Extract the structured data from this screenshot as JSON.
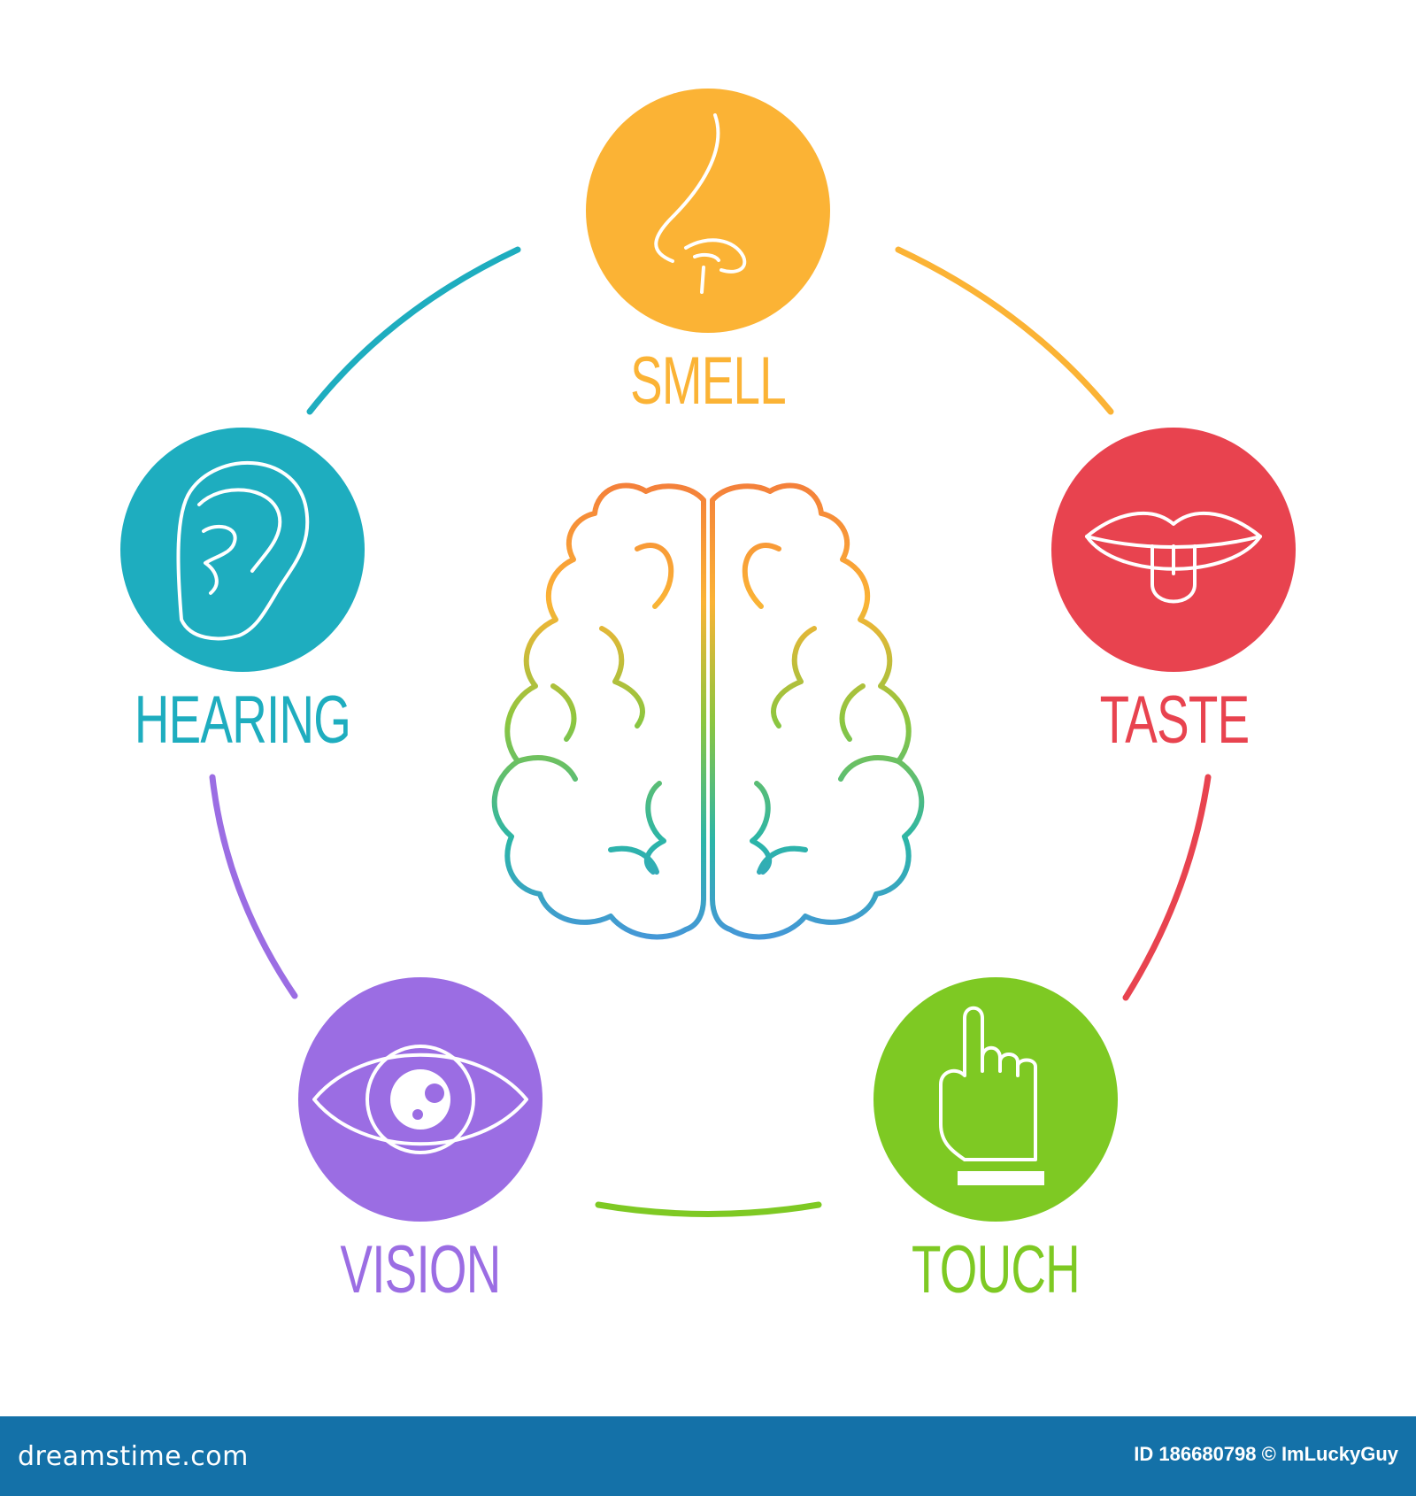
{
  "senses": [
    {
      "id": "smell",
      "label": "SMELL",
      "color": "#fbb335",
      "icon": "nose-icon"
    },
    {
      "id": "taste",
      "label": "TASTE",
      "color": "#e8434f",
      "icon": "mouth-tongue-icon"
    },
    {
      "id": "touch",
      "label": "TOUCH",
      "color": "#7ec923",
      "icon": "pointing-hand-icon"
    },
    {
      "id": "vision",
      "label": "VISION",
      "color": "#9b6de3",
      "icon": "eye-icon"
    },
    {
      "id": "hearing",
      "label": "HEARING",
      "color": "#1eadbf",
      "icon": "ear-icon"
    }
  ],
  "center": {
    "icon": "brain-icon"
  },
  "footer": {
    "logo": "dreamstime.com",
    "credit": "ID 186680798 © ImLuckyGuy",
    "background": "#1471a8"
  }
}
